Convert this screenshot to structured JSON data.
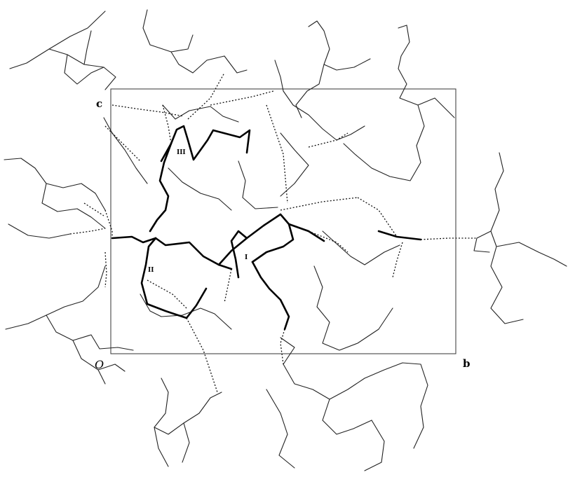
{
  "figure": {
    "axis_c_label": "c",
    "axis_b_label": "b",
    "origin_label": "O",
    "molecule_labels": [
      "I",
      "II",
      "III"
    ]
  }
}
